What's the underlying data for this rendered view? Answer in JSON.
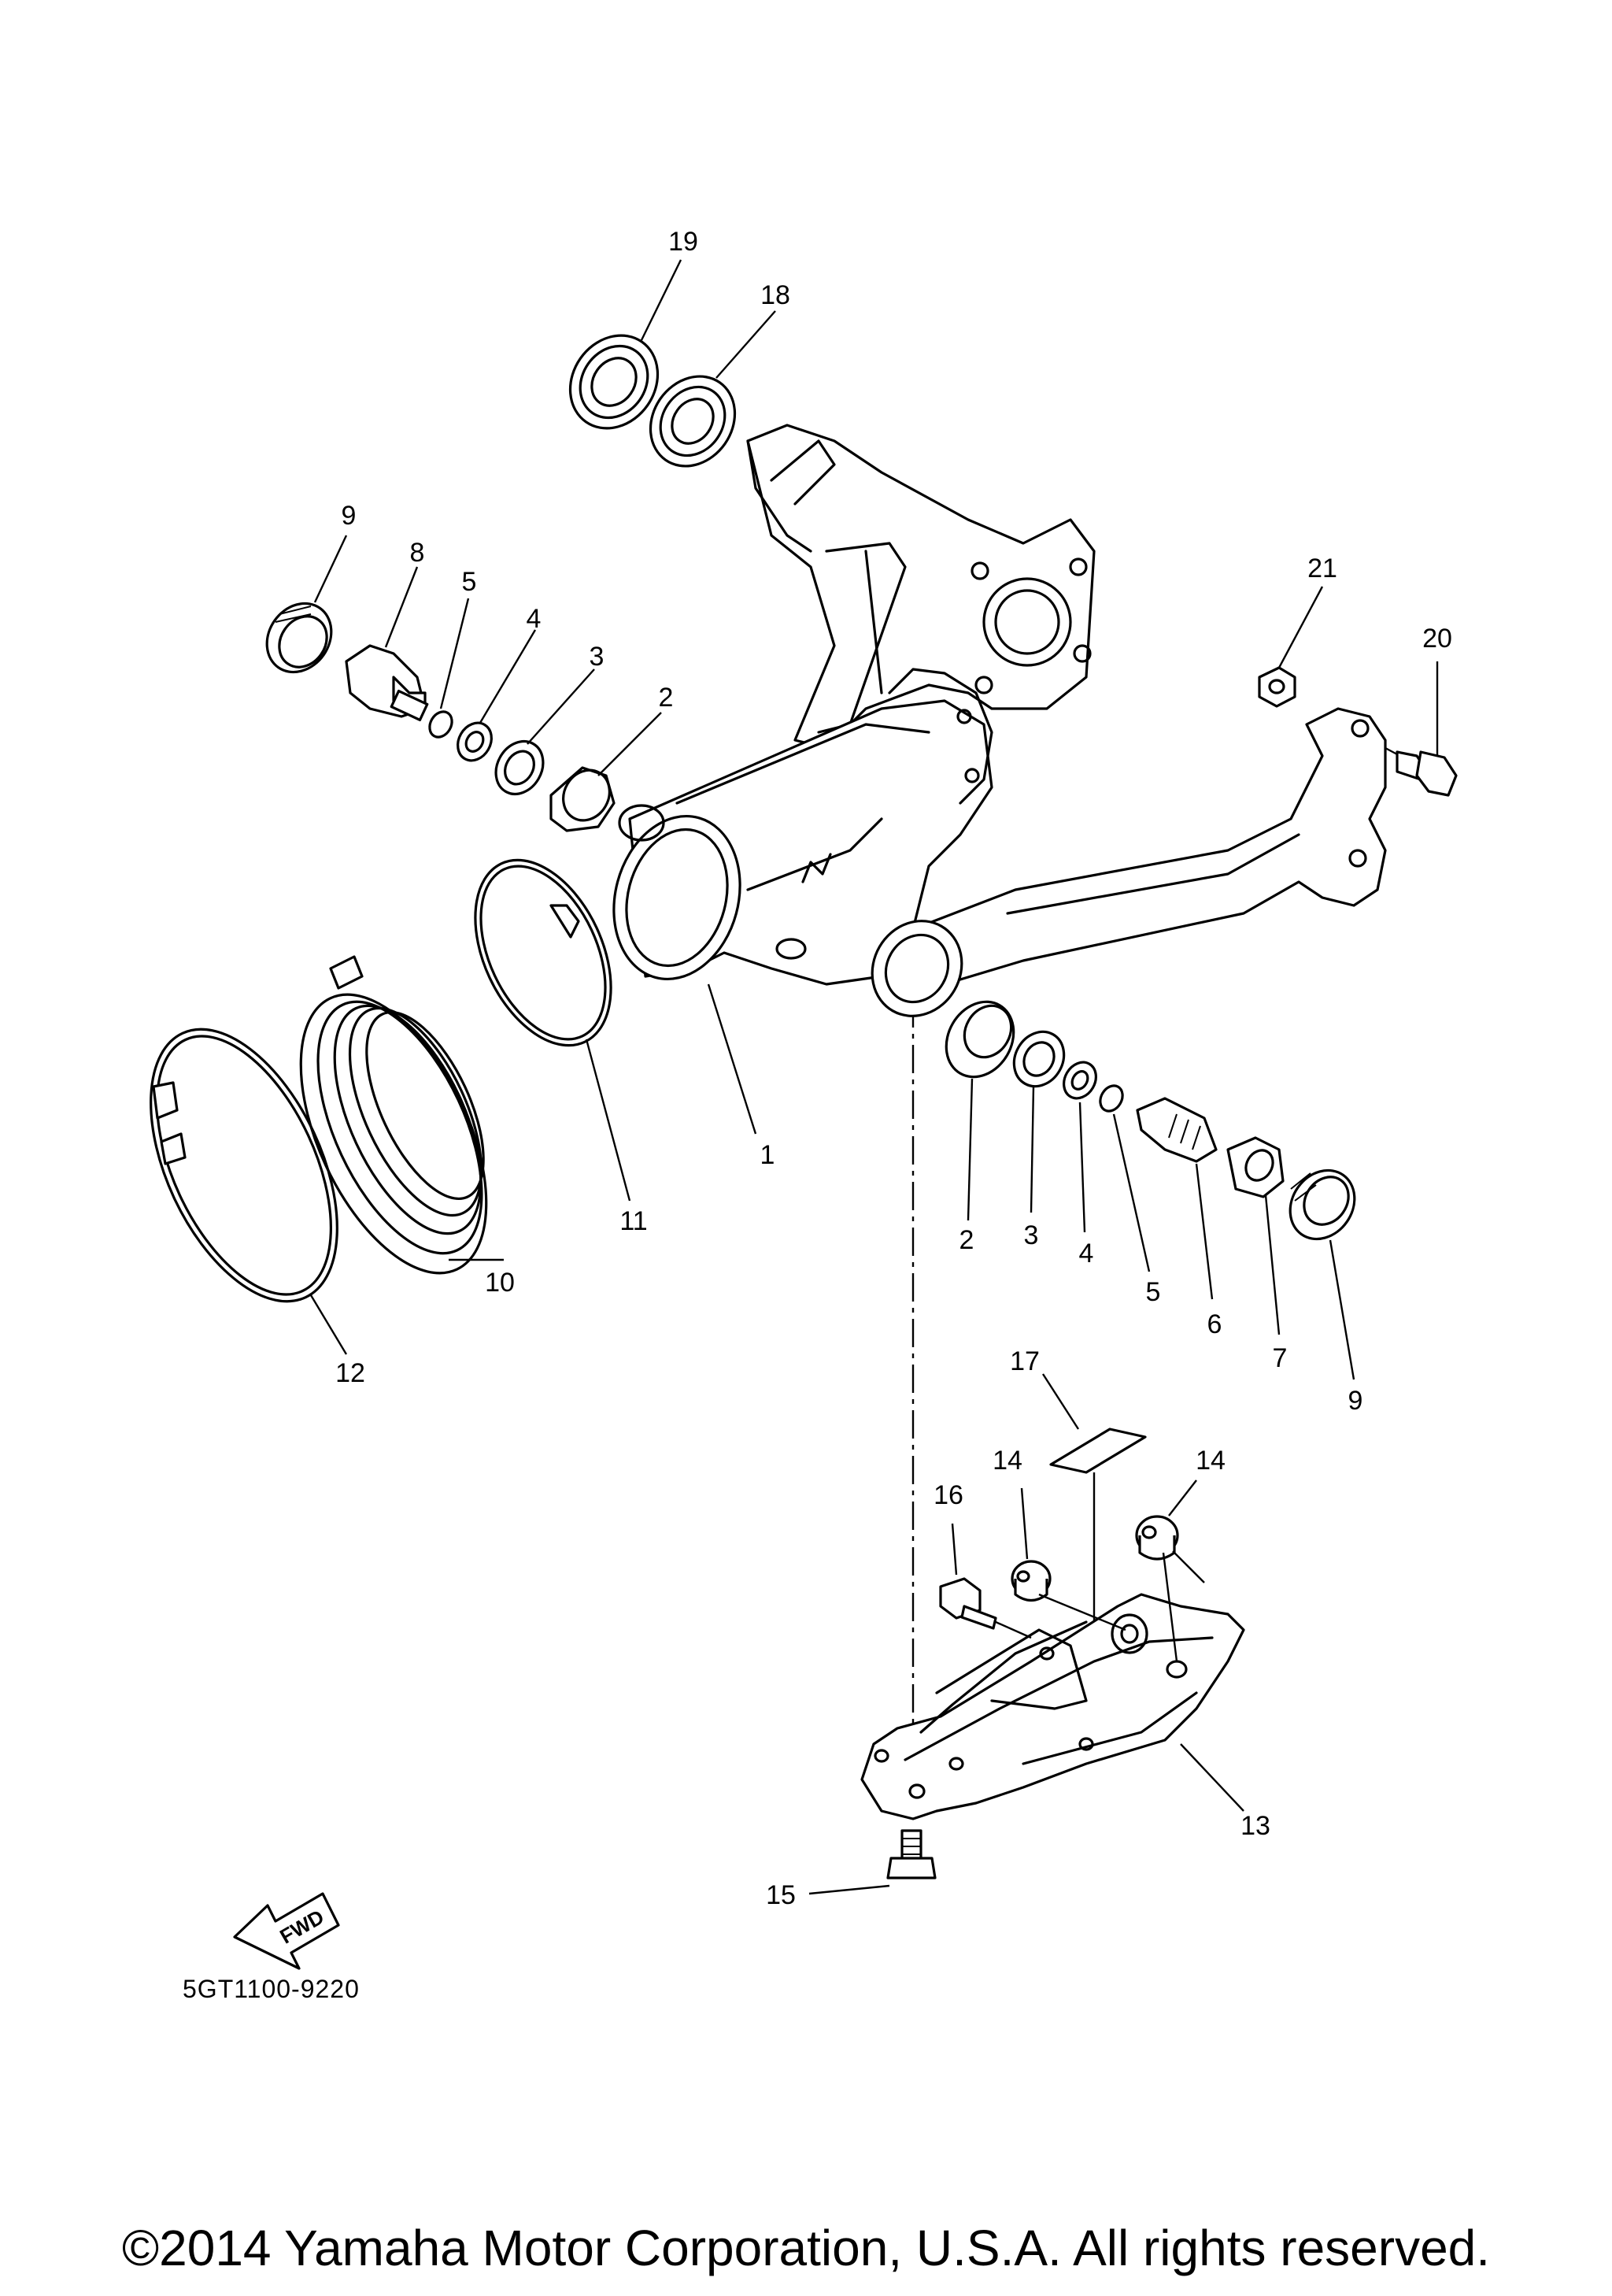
{
  "diagram": {
    "callouts": [
      {
        "id": "c19",
        "label": "19"
      },
      {
        "id": "c18",
        "label": "18"
      },
      {
        "id": "c9a",
        "label": "9"
      },
      {
        "id": "c8",
        "label": "8"
      },
      {
        "id": "c5a",
        "label": "5"
      },
      {
        "id": "c4a",
        "label": "4"
      },
      {
        "id": "c3a",
        "label": "3"
      },
      {
        "id": "c2a",
        "label": "2"
      },
      {
        "id": "c21",
        "label": "21"
      },
      {
        "id": "c20",
        "label": "20"
      },
      {
        "id": "c1",
        "label": "1"
      },
      {
        "id": "c11",
        "label": "11"
      },
      {
        "id": "c10",
        "label": "10"
      },
      {
        "id": "c12",
        "label": "12"
      },
      {
        "id": "c2b",
        "label": "2"
      },
      {
        "id": "c3b",
        "label": "3"
      },
      {
        "id": "c4b",
        "label": "4"
      },
      {
        "id": "c5b",
        "label": "5"
      },
      {
        "id": "c6",
        "label": "6"
      },
      {
        "id": "c7",
        "label": "7"
      },
      {
        "id": "c9b",
        "label": "9"
      },
      {
        "id": "c17",
        "label": "17"
      },
      {
        "id": "c14a",
        "label": "14"
      },
      {
        "id": "c14b",
        "label": "14"
      },
      {
        "id": "c16",
        "label": "16"
      },
      {
        "id": "c13",
        "label": "13"
      },
      {
        "id": "c15",
        "label": "15"
      }
    ],
    "fwd_label": "FWD",
    "diagram_code": "5GT1100-9220"
  },
  "footer": {
    "copyright": "©2014 Yamaha Motor Corporation, U.S.A. All rights reserved."
  }
}
